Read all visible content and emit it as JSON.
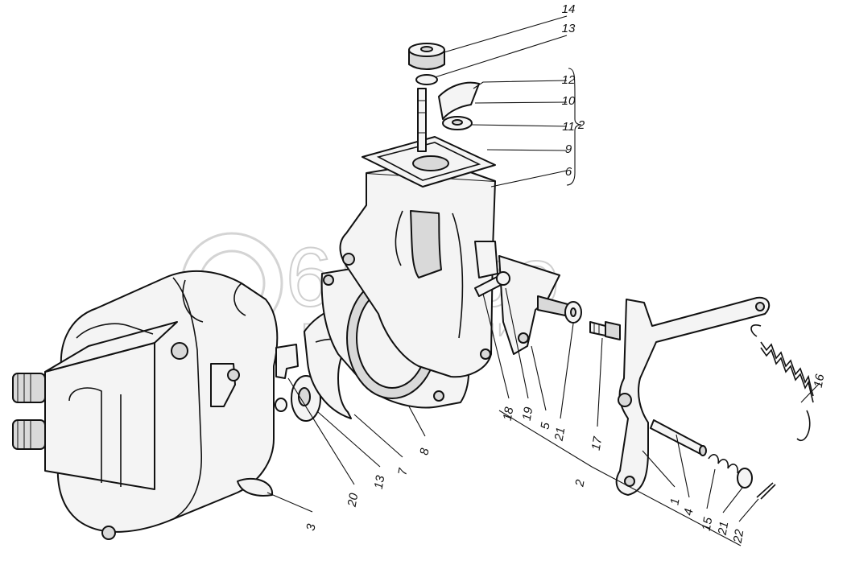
{
  "callouts": [
    {
      "id": "c14",
      "label": "14"
    },
    {
      "id": "c13a",
      "label": "13"
    },
    {
      "id": "c12",
      "label": "12"
    },
    {
      "id": "c10",
      "label": "10"
    },
    {
      "id": "c11",
      "label": "11"
    },
    {
      "id": "c9",
      "label": "9"
    },
    {
      "id": "c6",
      "label": "6"
    },
    {
      "id": "c2a",
      "label": "2"
    },
    {
      "id": "c18",
      "label": "18"
    },
    {
      "id": "c19",
      "label": "19"
    },
    {
      "id": "c5",
      "label": "5"
    },
    {
      "id": "c21a",
      "label": "21"
    },
    {
      "id": "c17",
      "label": "17"
    },
    {
      "id": "c16",
      "label": "16"
    },
    {
      "id": "c8",
      "label": "8"
    },
    {
      "id": "c7",
      "label": "7"
    },
    {
      "id": "c13b",
      "label": "13"
    },
    {
      "id": "c20",
      "label": "20"
    },
    {
      "id": "c3",
      "label": "3"
    },
    {
      "id": "c2b",
      "label": "2"
    },
    {
      "id": "c1",
      "label": "1"
    },
    {
      "id": "c4",
      "label": "4"
    },
    {
      "id": "c15",
      "label": "15"
    },
    {
      "id": "c21b",
      "label": "21"
    },
    {
      "id": "c22",
      "label": "22"
    }
  ],
  "watermark": {
    "logo_text": "6л3тро",
    "subtitle": "ГРУППА КОМПАНИЙ"
  }
}
